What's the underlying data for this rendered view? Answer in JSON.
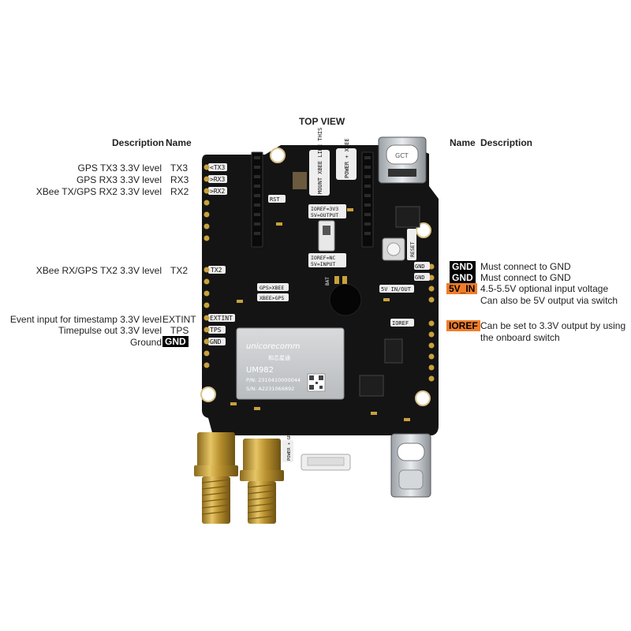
{
  "title": "TOP VIEW",
  "left_headers": {
    "description": "Description",
    "name": "Name"
  },
  "right_headers": {
    "name": "Name",
    "description": "Description"
  },
  "left_pins": [
    {
      "description": "GPS TX3 3.3V level",
      "name": "TX3"
    },
    {
      "description": "GPS RX3 3.3V level",
      "name": "RX3"
    },
    {
      "description": "XBee TX/GPS RX2 3.3V level",
      "name": "RX2"
    },
    {
      "description": "XBee RX/GPS TX2 3.3V level",
      "name": "TX2"
    },
    {
      "description": "Event input for timestamp 3.3V level",
      "name": "EXTINT"
    },
    {
      "description": "Timepulse out 3.3V level",
      "name": "TPS"
    },
    {
      "description": "Ground",
      "name": "GND"
    }
  ],
  "right_pins": [
    {
      "name": "GND",
      "description": "Must connect to GND"
    },
    {
      "name": "GND",
      "description": "Must connect to GND"
    },
    {
      "name": "5V_IN",
      "description_line1": "4.5-5.5V optional input voltage",
      "description_line2": "Can also be 5V output via switch"
    },
    {
      "name": "IOREF",
      "description_line1": "Can be set to 3.3V output by using",
      "description_line2": "the onboard switch"
    }
  ],
  "colors": {
    "highlight_black": "#000000",
    "highlight_orange": "#f07d2a",
    "pcb": "#141414",
    "gold": "#c9a13c"
  },
  "board": {
    "module_brand": "unicorecomm",
    "module_brand_cn": "和芯星通",
    "module_model": "UM982",
    "module_pn": "P/N: 2310410000044",
    "module_sn": "S/N: A2231066892",
    "silk_mount_xbee": "MOUNT XBEE LIKE THIS",
    "silk_power_xbee": "POWER + XBEE",
    "silk_ioref_3v3": "IOREF=3V3",
    "silk_5v_output": "5V=OUTPUT",
    "silk_ioref_nc": "IOREF=NC",
    "silk_5v_input": "5V=INPUT",
    "silk_reset": "RESET",
    "silk_rst": "RST",
    "silk_gps_xbee": "GPS>XBEE",
    "silk_xbee_gps": "XBEE>GPS",
    "silk_5v_inout": "5V IN/OUT",
    "silk_ioref": "IOREF",
    "silk_power_gps": "POWER + GPS",
    "silk_bat": "BAT",
    "silk_gct": "GCT",
    "pin_tx3": "<TX3",
    "pin_rx3": ">RX3",
    "pin_rx2": ">RX2",
    "pin_tx2": "TX2",
    "pin_extint": "EXTINT",
    "pin_tps": "TPS",
    "pin_gnd": "GND"
  }
}
